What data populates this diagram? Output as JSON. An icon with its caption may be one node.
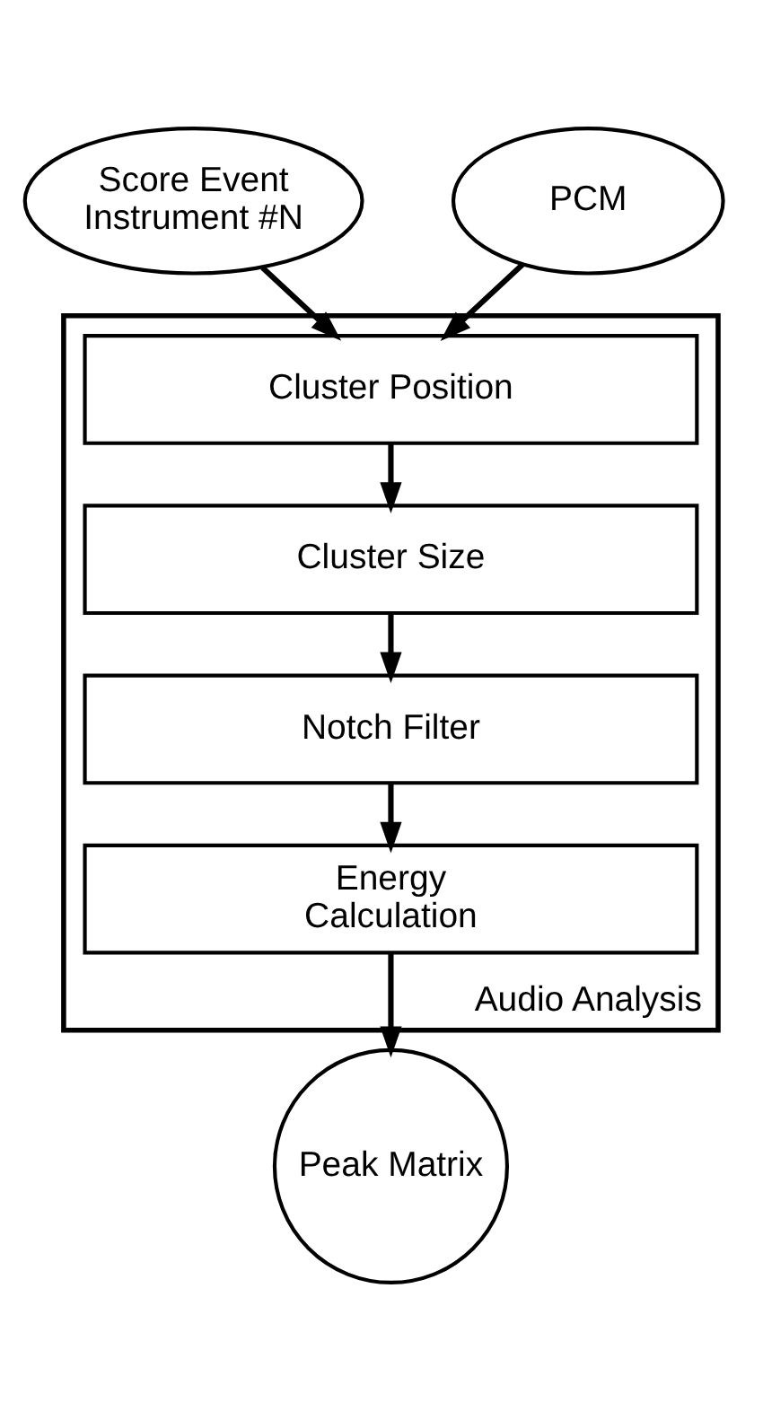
{
  "diagram": {
    "nodes": [
      {
        "text": [
          "Score Event Instrument #N"
        ]
      },
      {
        "text": [
          "PCM"
        ]
      },
      {
        "text": [
          "Audio Analysis"
        ]
      },
      {
        "text": [
          "Cluster Position"
        ],
        "in": 2
      },
      {
        "text": [
          "Cluster Size"
        ],
        "in": 2
      },
      {
        "text": [
          "Notch Filter"
        ],
        "in": 2
      },
      {
        "text": [
          "Energy Calculation"
        ],
        "in": 2
      },
      {
        "text": [
          "Peak Matrix"
        ]
      }
    ],
    "edges": [
      {
        "from": 0,
        "to": 3,
        "arrow": "to"
      },
      {
        "from": 1,
        "to": 3,
        "arrow": "to"
      },
      {
        "from": 3,
        "to": 4,
        "arrow": "to"
      },
      {
        "from": 4,
        "to": 5,
        "arrow": "to"
      },
      {
        "from": 5,
        "to": 6,
        "arrow": "to"
      },
      {
        "from": 6,
        "to": 7,
        "arrow": "to"
      }
    ]
  }
}
